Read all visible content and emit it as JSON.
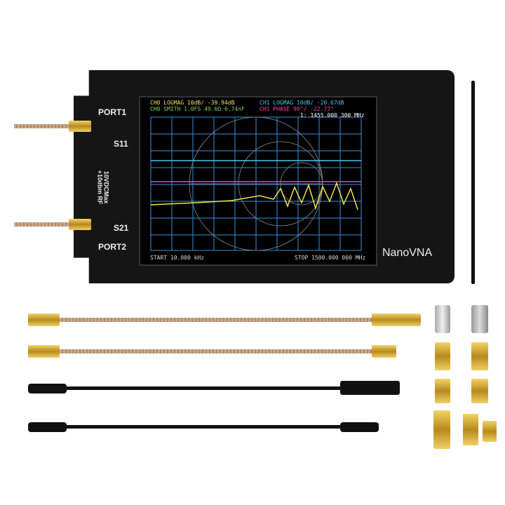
{
  "device": {
    "brand": "NanoVNA",
    "port1": "PORT1",
    "s11": "S11",
    "port2": "PORT2",
    "s21": "S21",
    "rf_limit": "+10dbm RF",
    "dc_limit": "10VDCMax"
  },
  "screen": {
    "ch0_logmag": "CH0 LOGMAG 10dB/ -39.94dB",
    "ch1_logmag": "CH1 LOGMAG 10dB/ -20.67dB",
    "ch0_smith": "CH0 SMITH 1.0FS 49.6Ω 6.74nF",
    "ch1_phase": "CH1 PHASE 90°/ -22.77°",
    "marker": "1: 1455.000 300 MHz",
    "start": "START 10.000 kHz",
    "stop": "STOP 1500.000 000 MHz",
    "colors": {
      "ch0": "#f2e24a",
      "ch1": "#4ec3f0",
      "smith": "#7cd36a",
      "phase": "#ff3fb0",
      "grid": "#3a8fd6"
    }
  }
}
